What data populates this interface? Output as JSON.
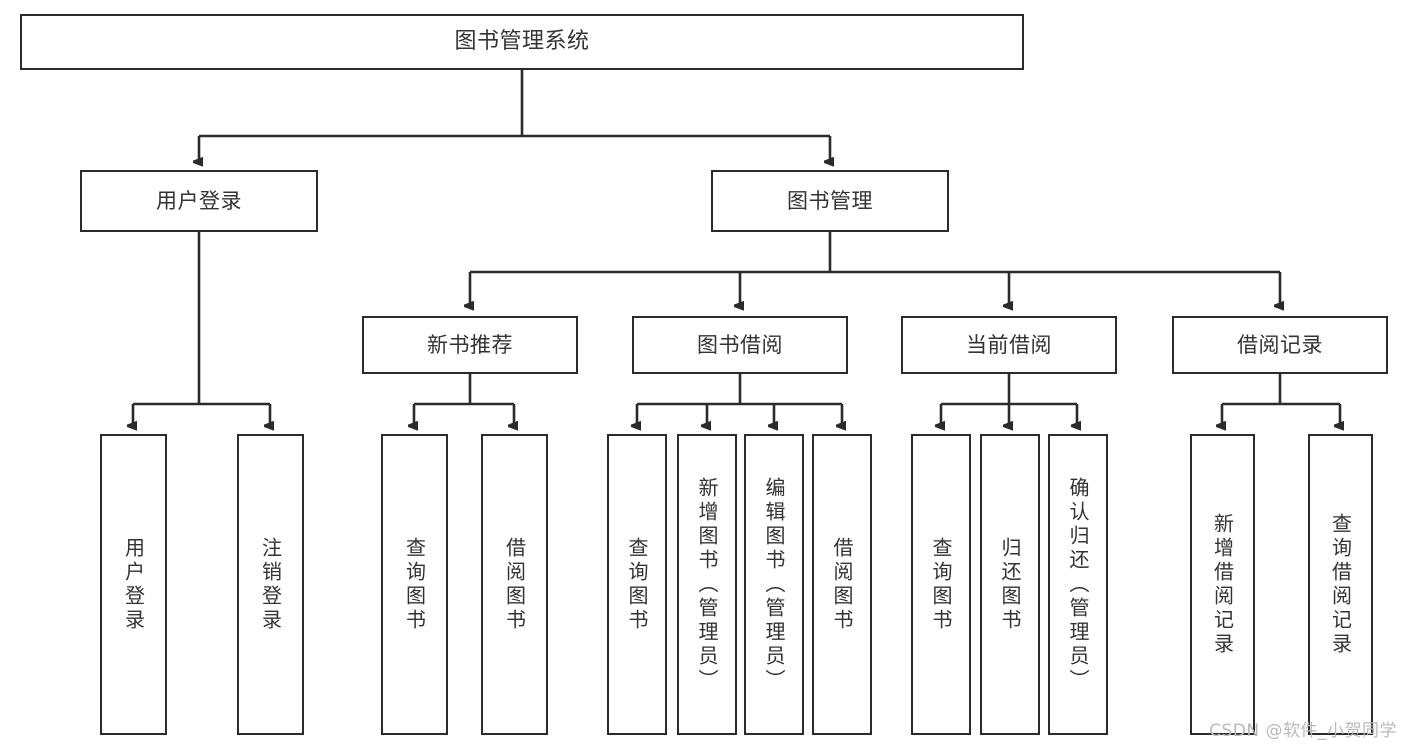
{
  "diagram": {
    "title": "图书管理系统",
    "type": "tree",
    "stroke_color": "#2b2b2b",
    "text_color": "#333333",
    "background": "#ffffff"
  },
  "root": {
    "label": "图书管理系统"
  },
  "level2": [
    {
      "label": "用户登录"
    },
    {
      "label": "图书管理"
    }
  ],
  "level3": [
    {
      "label": "新书推荐"
    },
    {
      "label": "图书借阅"
    },
    {
      "label": "当前借阅"
    },
    {
      "label": "借阅记录"
    }
  ],
  "leaves": {
    "user_login": [
      {
        "label": "用户登录"
      },
      {
        "label": "注销登录"
      }
    ],
    "new_book_recommend": [
      {
        "label": "查询图书"
      },
      {
        "label": "借阅图书"
      }
    ],
    "book_borrow": [
      {
        "label": "查询图书"
      },
      {
        "label": "新增图书（管理员）"
      },
      {
        "label": "编辑图书（管理员）"
      },
      {
        "label": "借阅图书"
      }
    ],
    "current_borrow": [
      {
        "label": "查询图书"
      },
      {
        "label": "归还图书"
      },
      {
        "label": "确认归还（管理员）"
      }
    ],
    "borrow_record": [
      {
        "label": "新增借阅记录"
      },
      {
        "label": "查询借阅记录"
      }
    ]
  },
  "watermark": {
    "text": "CSDN @软件_小贺同学"
  }
}
